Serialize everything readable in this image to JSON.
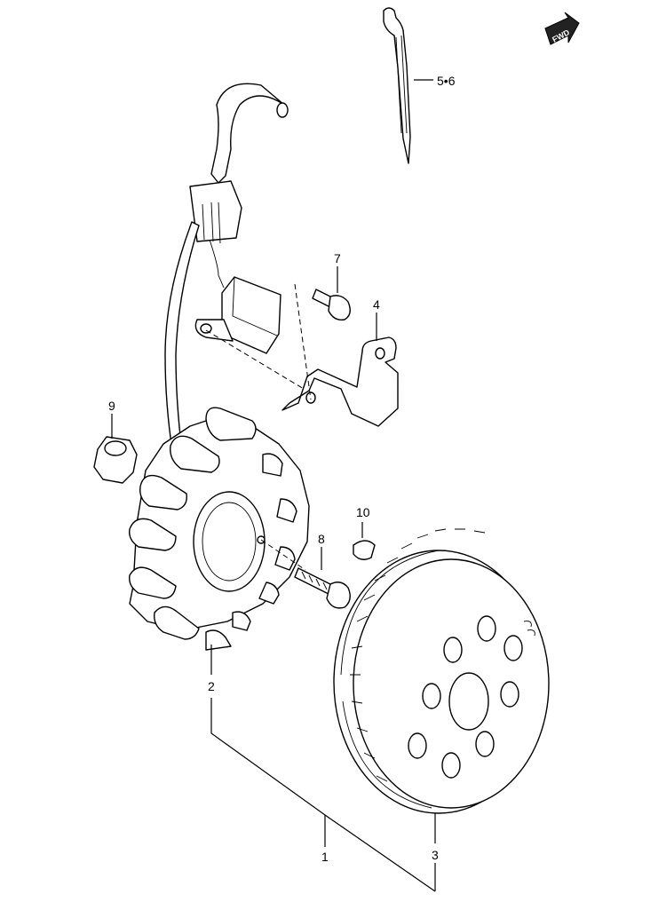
{
  "labels": {
    "fwd": "FWD",
    "p56": "5•6",
    "p7": "7",
    "p4": "4",
    "p9": "9",
    "p10": "10",
    "p8": "8",
    "p2": "2",
    "p1": "1",
    "p3": "3"
  },
  "icons": {
    "fwd_arrow": "fwd-arrow-icon"
  }
}
